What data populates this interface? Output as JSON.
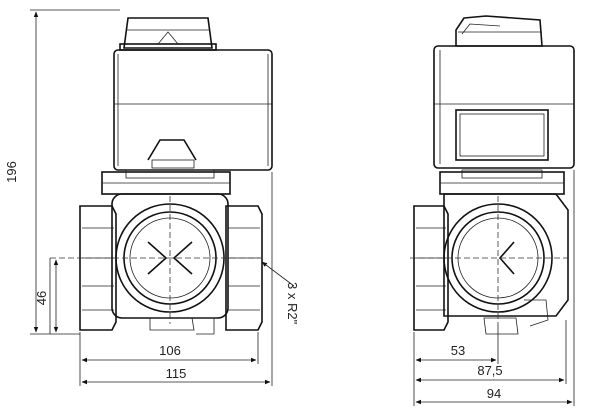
{
  "drawing": {
    "dimensions": {
      "height_total": "196",
      "port_height": "46",
      "width_front_inner": "106",
      "width_front_outer": "115",
      "side_offset": "53",
      "side_mid": "87,5",
      "side_total": "94"
    },
    "callout": "3 x R2\"",
    "colors": {
      "line": "#111111",
      "actuator_fill": "#f2f2f2",
      "body_fill": "#ffffff"
    }
  }
}
